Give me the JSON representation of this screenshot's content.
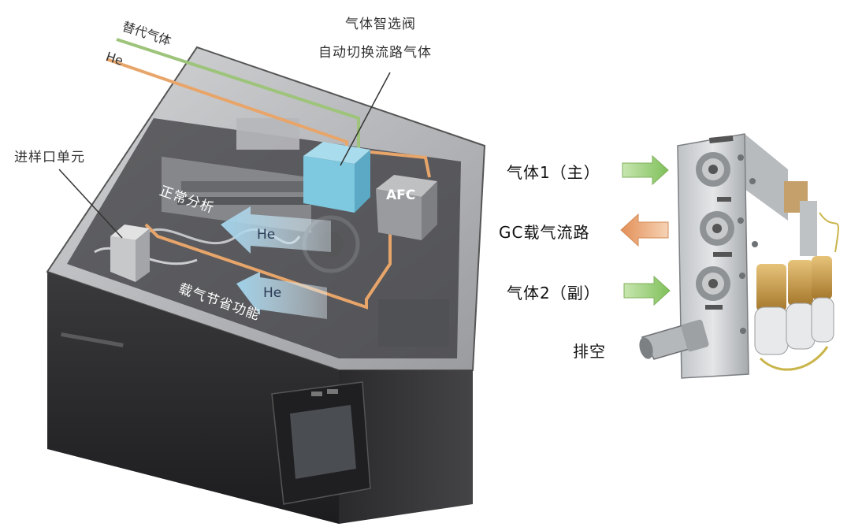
{
  "labels": {
    "alt_gas": "替代气体",
    "he_line": "He",
    "valve_line1": "气体智选阀",
    "valve_line2": "自动切换流路气体",
    "inlet": "进样口单元",
    "afc": "AFC",
    "normal_analysis": "正常分析",
    "he_arrow_upper": "He",
    "he_arrow_lower": "He",
    "carrier_saving": "载气节省功能",
    "gas1": "气体1（主）",
    "gc_flow": "GC载气流路",
    "gas2": "气体2（副）",
    "vent": "排空"
  },
  "colors": {
    "alt_gas_line": "#9dc47a",
    "he_line": "#e8a56a",
    "valve_block": "#7ec8e0",
    "inbound_arrow": "#8cc86a",
    "outbound_arrow": "#e9a774",
    "instrument_body": "#2b2b2e"
  }
}
